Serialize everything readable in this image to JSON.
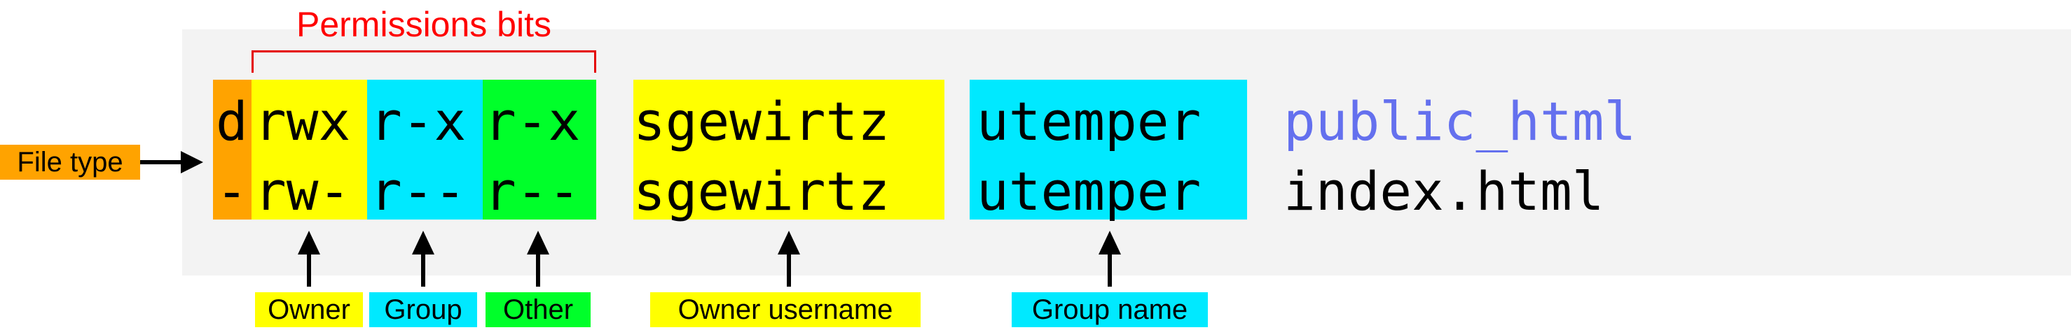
{
  "title": "Permissions bits",
  "labels": {
    "file_type": "File type",
    "owner": "Owner",
    "group": "Group",
    "other": "Other",
    "owner_username": "Owner username",
    "group_name": "Group name"
  },
  "rows": [
    {
      "type": "d",
      "owner_perms": "rwx",
      "group_perms": "r-x",
      "other_perms": "r-x",
      "owner": "sgewirtz",
      "group": "utemper",
      "name": "public_html"
    },
    {
      "type": "-",
      "owner_perms": "rw-",
      "group_perms": "r--",
      "other_perms": "r--",
      "owner": "sgewirtz",
      "group": "utemper",
      "name": "index.html"
    }
  ],
  "colors": {
    "file_type": "#ffa300",
    "owner": "#ffff00",
    "group": "#00e9ff",
    "other": "#00ff2a",
    "directory_name": "#6470ee",
    "title": "#ff0000"
  }
}
